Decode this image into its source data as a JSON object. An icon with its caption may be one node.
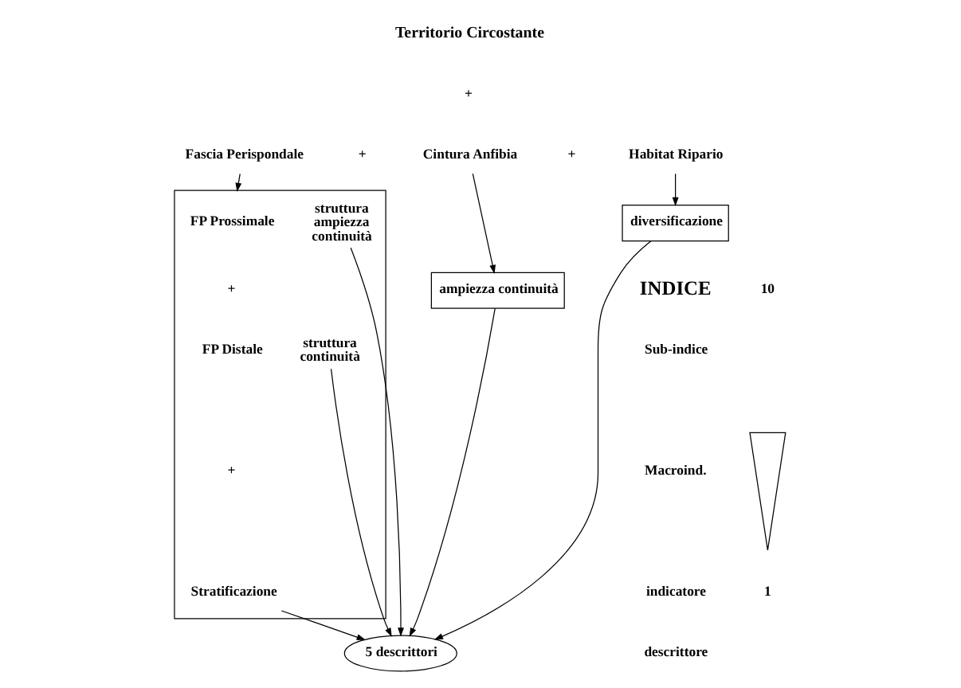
{
  "diagram": {
    "nodes": [
      {
        "text": [
          "Fascia Perispondale"
        ]
      },
      {
        "text": [
          "Cintura Anfibia"
        ]
      },
      {
        "text": [
          "Habitat Ripario"
        ]
      },
      {
        "text": [],
        "shape": "box"
      },
      {
        "text": [
          "FP Prossimale"
        ],
        "in": 3
      },
      {
        "text": [
          "struttura",
          "ampiezza",
          "continuità"
        ],
        "in": 3
      },
      {
        "text": [
          "FP Distale"
        ],
        "in": 3
      },
      {
        "text": [
          "struttura",
          "continuità"
        ],
        "in": 3
      },
      {
        "text": [
          "Stratificazione"
        ],
        "in": 3
      },
      {
        "text": [
          "ampiezza continuità"
        ]
      },
      {
        "text": [
          "diversificazione"
        ]
      },
      {
        "text": [
          "5 descrittori"
        ]
      },
      {
        "text": [],
        "shape": "triangle"
      }
    ],
    "edges": [
      {
        "from": 0,
        "to": 3,
        "arrow": "to"
      },
      {
        "from": 1,
        "to": 9,
        "arrow": "to"
      },
      {
        "from": 2,
        "to": 10,
        "arrow": "to"
      },
      {
        "from": 5,
        "to": 11,
        "arrow": "to"
      },
      {
        "from": 9,
        "to": 11,
        "arrow": "to"
      },
      {
        "from": 10,
        "to": 11,
        "arrow": "to"
      },
      {
        "from": 7,
        "to": 11,
        "arrow": "to"
      },
      {
        "from": 8,
        "to": 11,
        "arrow": "to"
      }
    ],
    "labels": [
      "Territorio Circostante",
      "+",
      "+",
      "+",
      "+",
      "+",
      "INDICE",
      "Sub-indice",
      "Macroind.",
      "indicatore",
      "descrittore",
      "10",
      "1"
    ]
  }
}
